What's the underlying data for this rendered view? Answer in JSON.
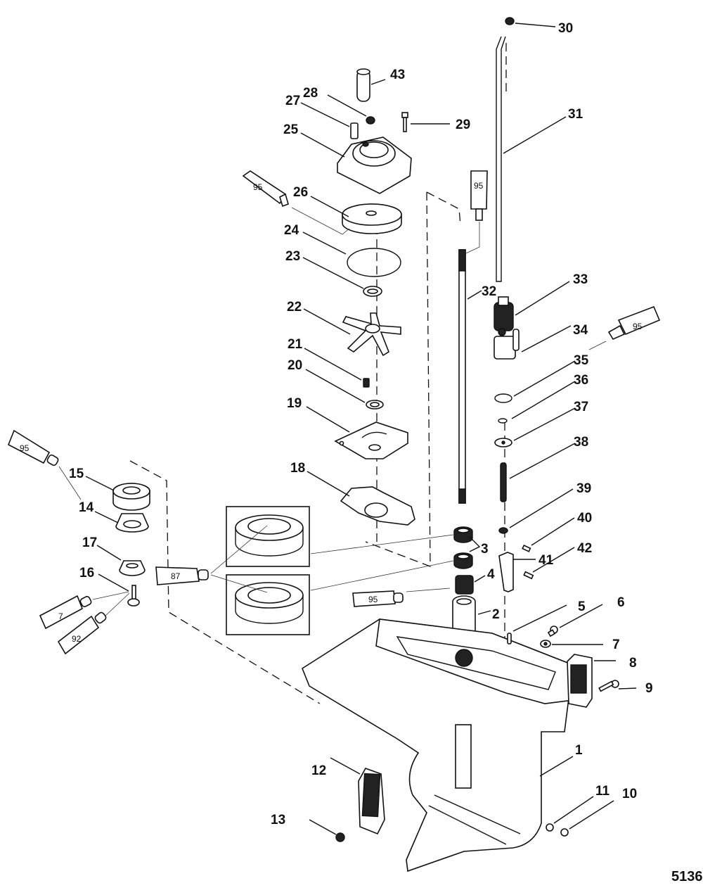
{
  "figure_number": "5136",
  "part_labels": [
    "1",
    "2",
    "3",
    "4",
    "5",
    "6",
    "7",
    "8",
    "9",
    "10",
    "11",
    "12",
    "13",
    "14",
    "15",
    "16",
    "17",
    "18",
    "19",
    "20",
    "21",
    "22",
    "23",
    "24",
    "25",
    "26",
    "27",
    "28",
    "29",
    "30",
    "31",
    "32",
    "33",
    "34",
    "35",
    "36",
    "37",
    "38",
    "39",
    "40",
    "41",
    "42",
    "43"
  ],
  "lubricant_tubes": [
    {
      "id": "tube-a",
      "label": "95"
    },
    {
      "id": "tube-b",
      "label": "95"
    },
    {
      "id": "tube-c",
      "label": "95"
    },
    {
      "id": "tube-d",
      "label": "87"
    },
    {
      "id": "tube-e",
      "label": "95"
    },
    {
      "id": "tube-f",
      "label": "95"
    },
    {
      "id": "tube-g",
      "label": "7"
    },
    {
      "id": "tube-h",
      "label": "92"
    }
  ]
}
